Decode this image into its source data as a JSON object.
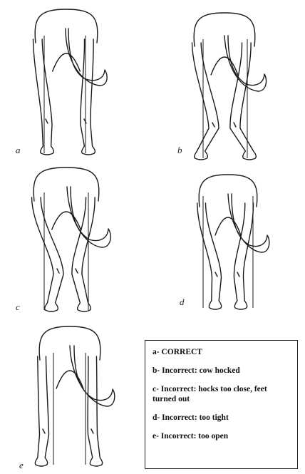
{
  "panels": [
    {
      "label": "a"
    },
    {
      "label": "b"
    },
    {
      "label": "c"
    },
    {
      "label": "d"
    },
    {
      "label": "e"
    }
  ],
  "legend": {
    "items": [
      "a- CORRECT",
      "b- Incorrect: cow hocked",
      "c- Incorrect: hocks too close, feet turned out",
      "d- Incorrect: too tight",
      "e- Incorrect: too open"
    ]
  }
}
